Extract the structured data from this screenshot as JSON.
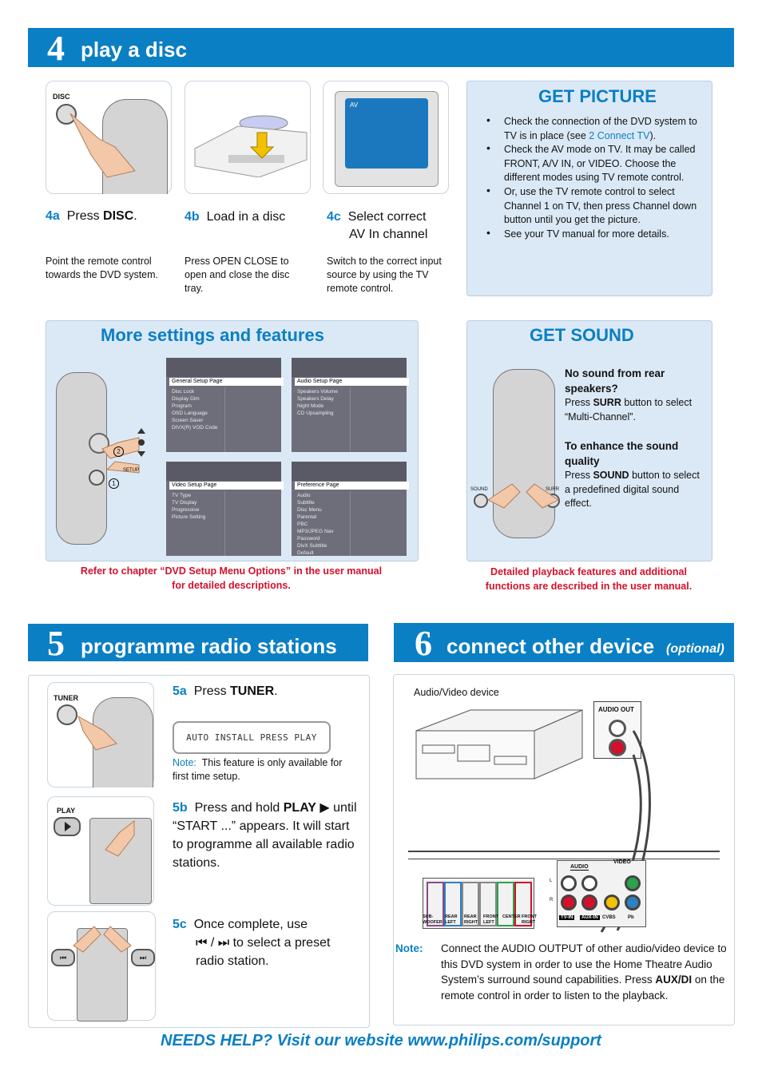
{
  "section4": {
    "number": "4",
    "title": "play a disc"
  },
  "step4a": {
    "key": "4a",
    "text": "Press ",
    "bold": "DISC",
    "tail": ".",
    "desc": "Point the remote control towards the DVD system.",
    "icon_label": "DISC"
  },
  "step4b": {
    "key": "4b",
    "text": "Load in a disc",
    "desc": "Press OPEN CLOSE to open and close the disc tray."
  },
  "step4c": {
    "key": "4c",
    "text_line1": "Select correct",
    "text_line2": "AV In channel",
    "desc": "Switch to the correct input source by using the TV remote control.",
    "tv_label": "AV"
  },
  "get_picture": {
    "title": "GET PICTURE",
    "bullets": [
      {
        "pre": "Check the connection of the DVD system to TV is in place (see ",
        "link": "2 Connect TV",
        "post": ")."
      },
      {
        "pre": "Check the AV mode on TV.  It may be called FRONT, A/V IN, or VIDEO.  Choose the different modes using TV remote control.",
        "link": "",
        "post": ""
      },
      {
        "pre": "Or, use the TV remote control to select Channel 1 on TV, then press Channel down button until you get the picture.",
        "link": "",
        "post": ""
      },
      {
        "pre": "See your TV manual for more details.",
        "link": "",
        "post": ""
      }
    ]
  },
  "more_settings": {
    "title": "More settings and features",
    "setup_label": "SETUP",
    "step1": "1",
    "step2": "2",
    "menus": [
      {
        "header": "General Setup Page",
        "items": [
          "Disc Lock",
          "Display Dim",
          "Program",
          "OSD Language",
          "Screen Saver",
          "DIVX(R) VOD Code"
        ]
      },
      {
        "header": "Audio Setup Page",
        "items": [
          "Speakers Volume",
          "Speakers Delay",
          "Night Mode",
          "CD Upsampling"
        ]
      },
      {
        "header": "Video Setup Page",
        "items": [
          "TV Type",
          "TV Display",
          "Progressive",
          "Picture Setting"
        ]
      },
      {
        "header": "Preference Page",
        "items": [
          "Audio",
          "Subtitle",
          "Disc Menu",
          "Parental",
          "PBC",
          "MP3/JPEG Nav",
          "Password",
          "DivX Subtitle",
          "Default"
        ]
      }
    ],
    "note_line1": "Refer to chapter “DVD Setup Menu Options” in the user manual",
    "note_line2": "for detailed descriptions."
  },
  "get_sound": {
    "title": "GET SOUND",
    "q1": "No sound from rear speakers?",
    "a1_pre": "Press ",
    "a1_bold": "SURR",
    "a1_post": " button to select “Multi-Channel”.",
    "q2": "To enhance the sound quality",
    "a2_pre": "Press ",
    "a2_bold": "SOUND",
    "a2_post": " button to select a predefined digital sound effect.",
    "sound_label": "SOUND",
    "surr_label": "SURR",
    "note_line1": "Detailed playback features and additional",
    "note_line2": "functions are described in the user manual."
  },
  "section5": {
    "number": "5",
    "title": "programme radio stations"
  },
  "step5a": {
    "key": "5a",
    "text": "Press ",
    "bold": "TUNER",
    "tail": ".",
    "display": "AUTO INSTALL PRESS PLAY",
    "note_label": "Note:",
    "note_text": "This feature is only available for first time setup.",
    "icon_label": "TUNER"
  },
  "step5b": {
    "key": "5b",
    "pre": "Press and hold ",
    "bold": "PLAY",
    "post": " ▶ until “START ...” appears. It will start to programme all available radio stations.",
    "icon_label": "PLAY"
  },
  "step5c": {
    "key": "5c",
    "pre": "Once complete, use",
    "post": "⏮ / ⏭ to select a preset radio station."
  },
  "section6": {
    "number": "6",
    "title": "connect other device",
    "optional": "(optional)"
  },
  "connect": {
    "device_label": "Audio/Video device",
    "audio_out": "AUDIO OUT",
    "audio": "AUDIO",
    "video": "VIDEO",
    "l": "L",
    "r": "R",
    "tv_in": "TV-IN",
    "aux_in": "AUX-IN",
    "cvbs": "CVBS",
    "pb": "Pb",
    "speaker_labels": [
      "SUB-WOOFER",
      "REAR LEFT",
      "REAR RIGHT",
      "FRONT LEFT",
      "CENTER",
      "FRONT RIGHT"
    ],
    "note_label": "Note:",
    "note_pre": "Connect the AUDIO OUTPUT of other audio/video device to this DVD system in order to use the Home Theatre Audio System’s surround sound capabilities. Press ",
    "note_bold": "AUX/DI",
    "note_post": " on the remote control in order to listen to the playback."
  },
  "footer": "NEEDS HELP? Visit our website www.philips.com/support"
}
